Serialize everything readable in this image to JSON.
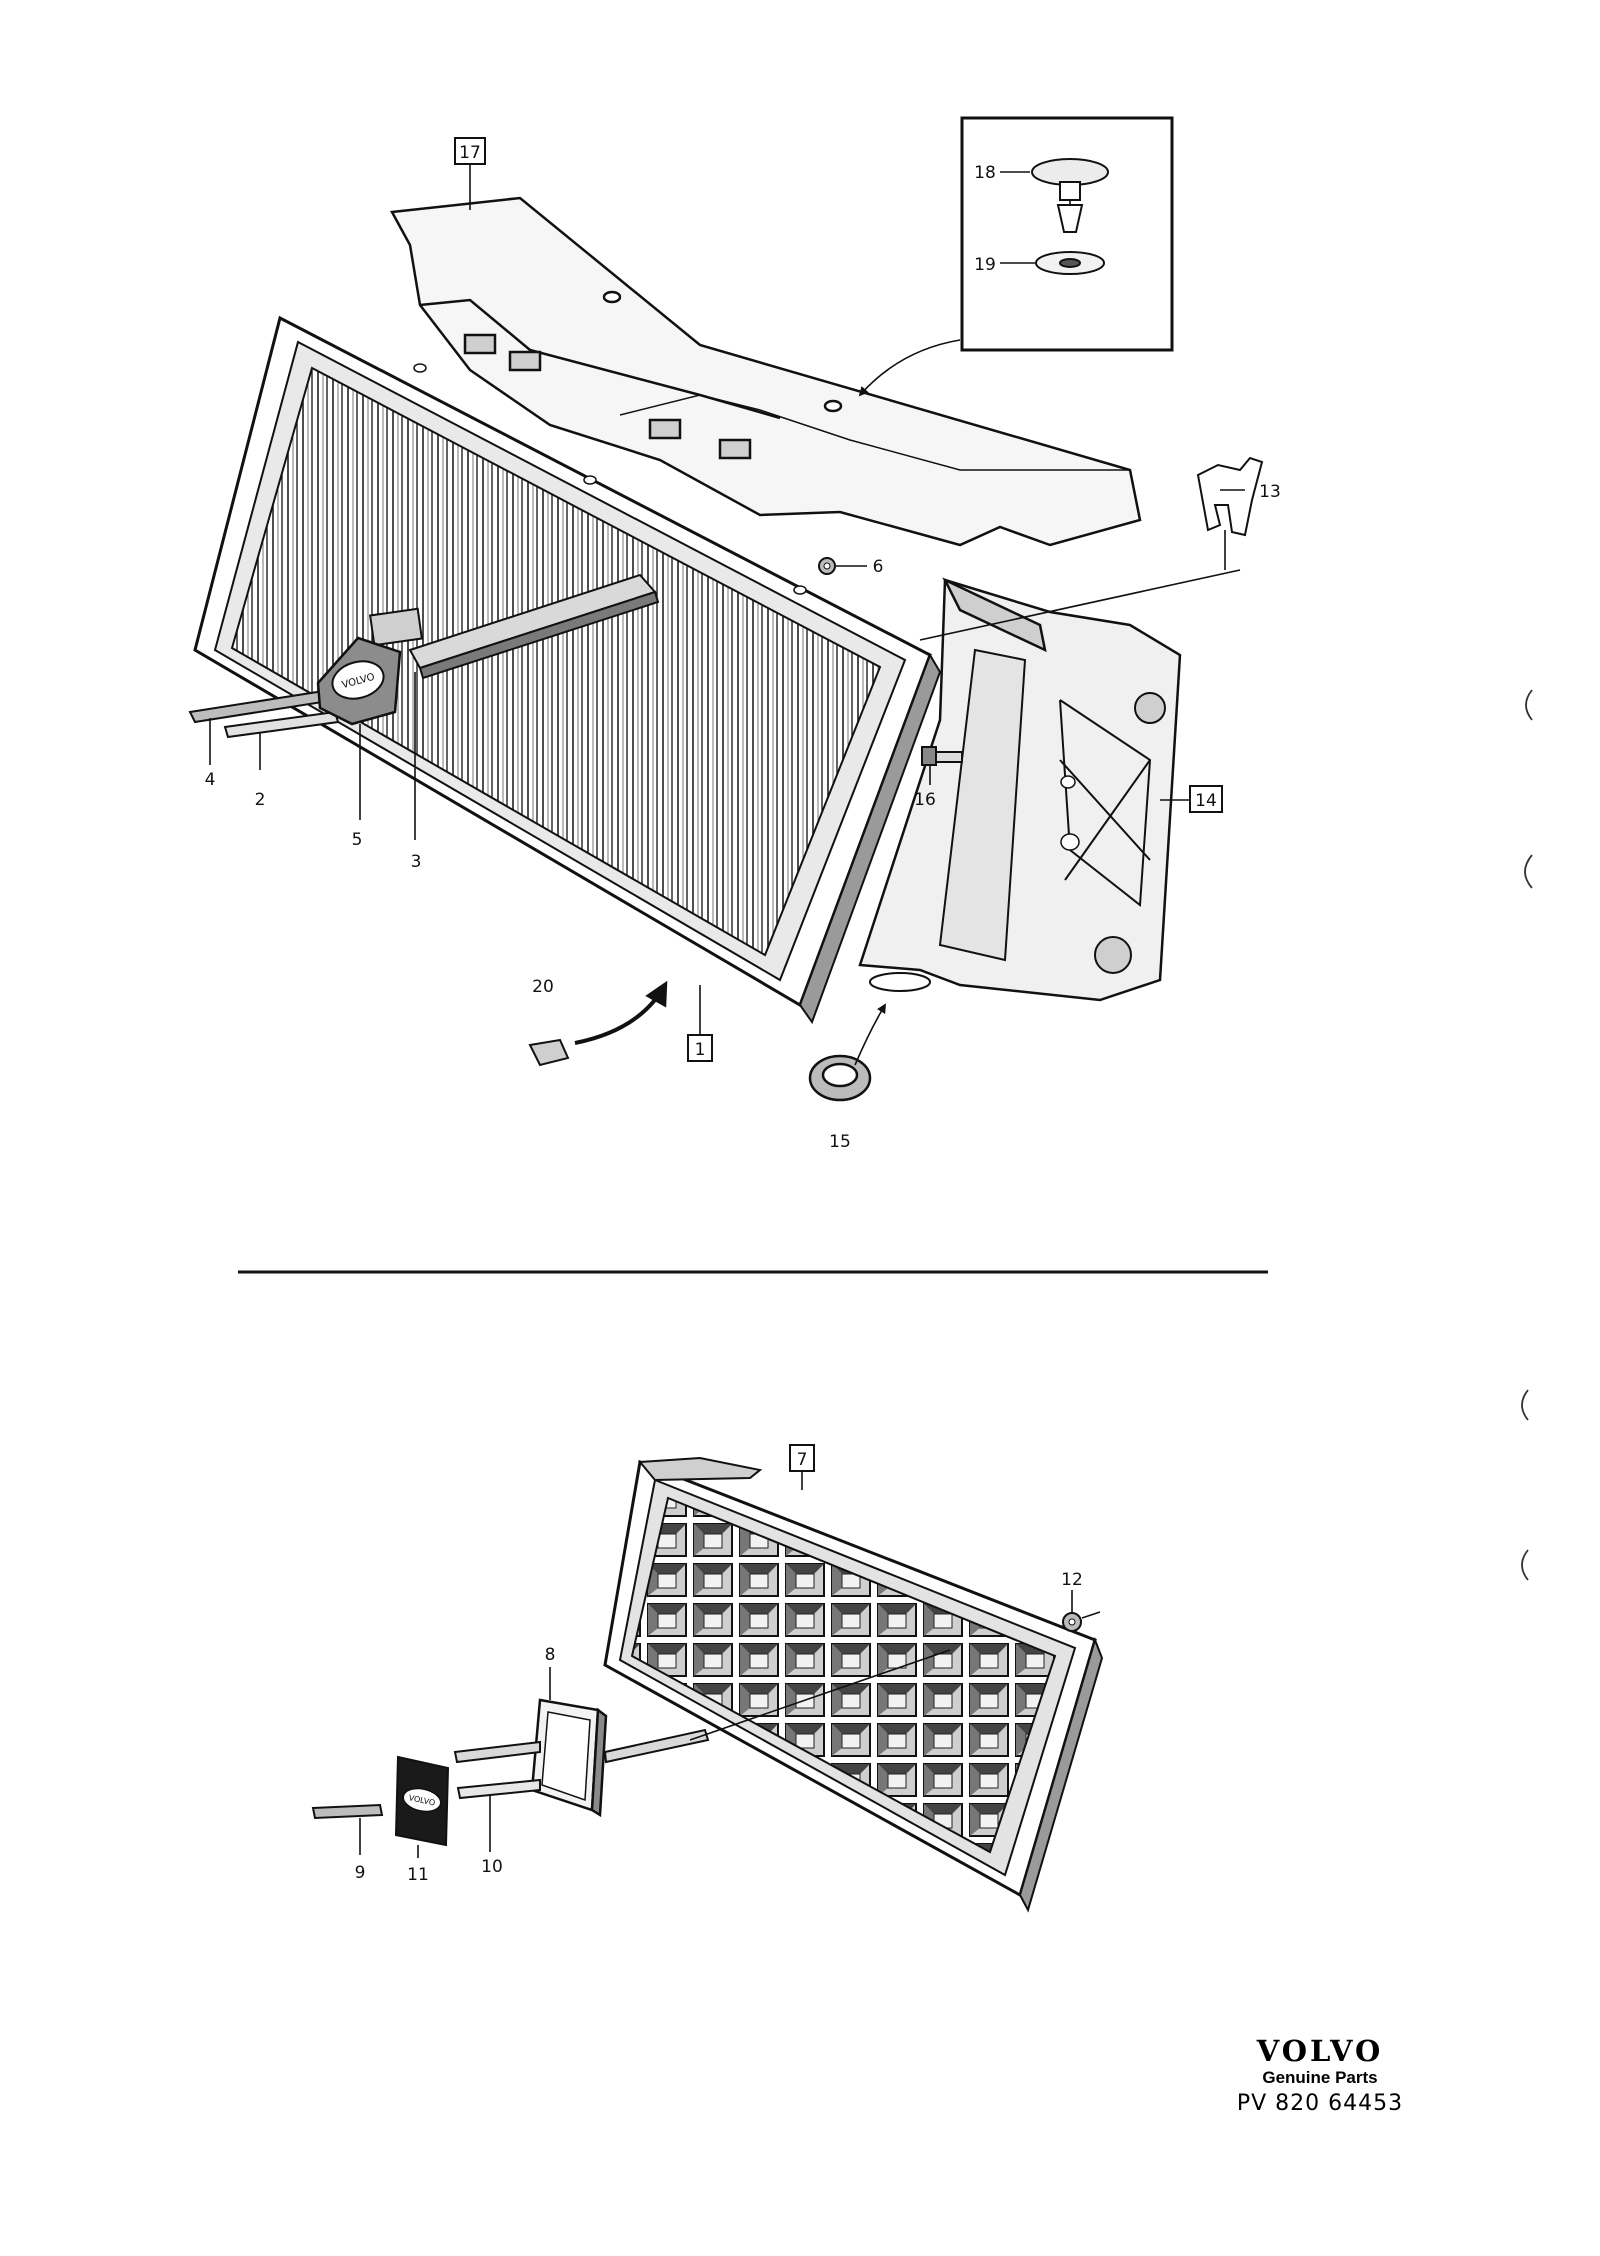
{
  "callouts": {
    "c1": "1",
    "c2": "2",
    "c3": "3",
    "c4": "4",
    "c5": "5",
    "c6": "6",
    "c7": "7",
    "c8": "8",
    "c9": "9",
    "c10": "10",
    "c11": "11",
    "c12": "12",
    "c13": "13",
    "c14": "14",
    "c15": "15",
    "c16": "16",
    "c17": "17",
    "c18": "18",
    "c19": "19",
    "c20": "20"
  },
  "emblem_text": "VOLVO",
  "brand": {
    "logo": "VOLVO",
    "subtitle": "Genuine Parts",
    "code": "PV 820 64453"
  },
  "colors": {
    "ink": "#111111",
    "paper": "#ffffff",
    "shade": "#dcdcdc"
  }
}
